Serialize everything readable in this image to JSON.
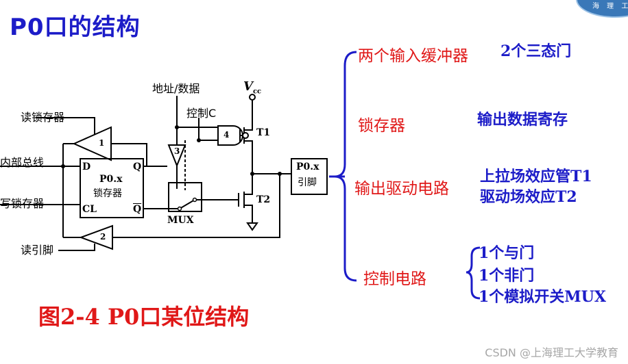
{
  "title": "P0口的结构",
  "caption": "图2-4  P0口某位结构",
  "watermark": "CSDN @上海理工大学教育",
  "logo_text": "海 理 工",
  "circuit": {
    "read_latch": "读锁存器",
    "internal_bus": "内部总线",
    "write_latch": "写锁存器",
    "read_pin": "读引脚",
    "addr_data": "地址/数据",
    "control": "控制C",
    "vcc": "V",
    "vcc_sub": "cc",
    "t1": "T1",
    "t2": "T2",
    "latch_name": "P0.x",
    "latch_sub": "锁存器",
    "latch_d": "D",
    "latch_q": "Q",
    "latch_cl": "CL",
    "latch_qbar": "Q",
    "mux": "MUX",
    "pin_name": "P0.x",
    "pin_sub": "引脚",
    "buf1": "1",
    "buf2": "2",
    "inv3": "3",
    "and4": "4"
  },
  "structure": [
    {
      "name": "两个输入缓冲器",
      "desc": [
        "2个三态门"
      ]
    },
    {
      "name": "锁存器",
      "desc": [
        "输出数据寄存"
      ]
    },
    {
      "name": "输出驱动电路",
      "desc": [
        "上拉场效应管T1",
        "驱动场效应T2"
      ]
    },
    {
      "name": "控制电路",
      "desc": [
        "1个与门",
        "1个非门",
        "1个模拟开关MUX"
      ]
    }
  ]
}
